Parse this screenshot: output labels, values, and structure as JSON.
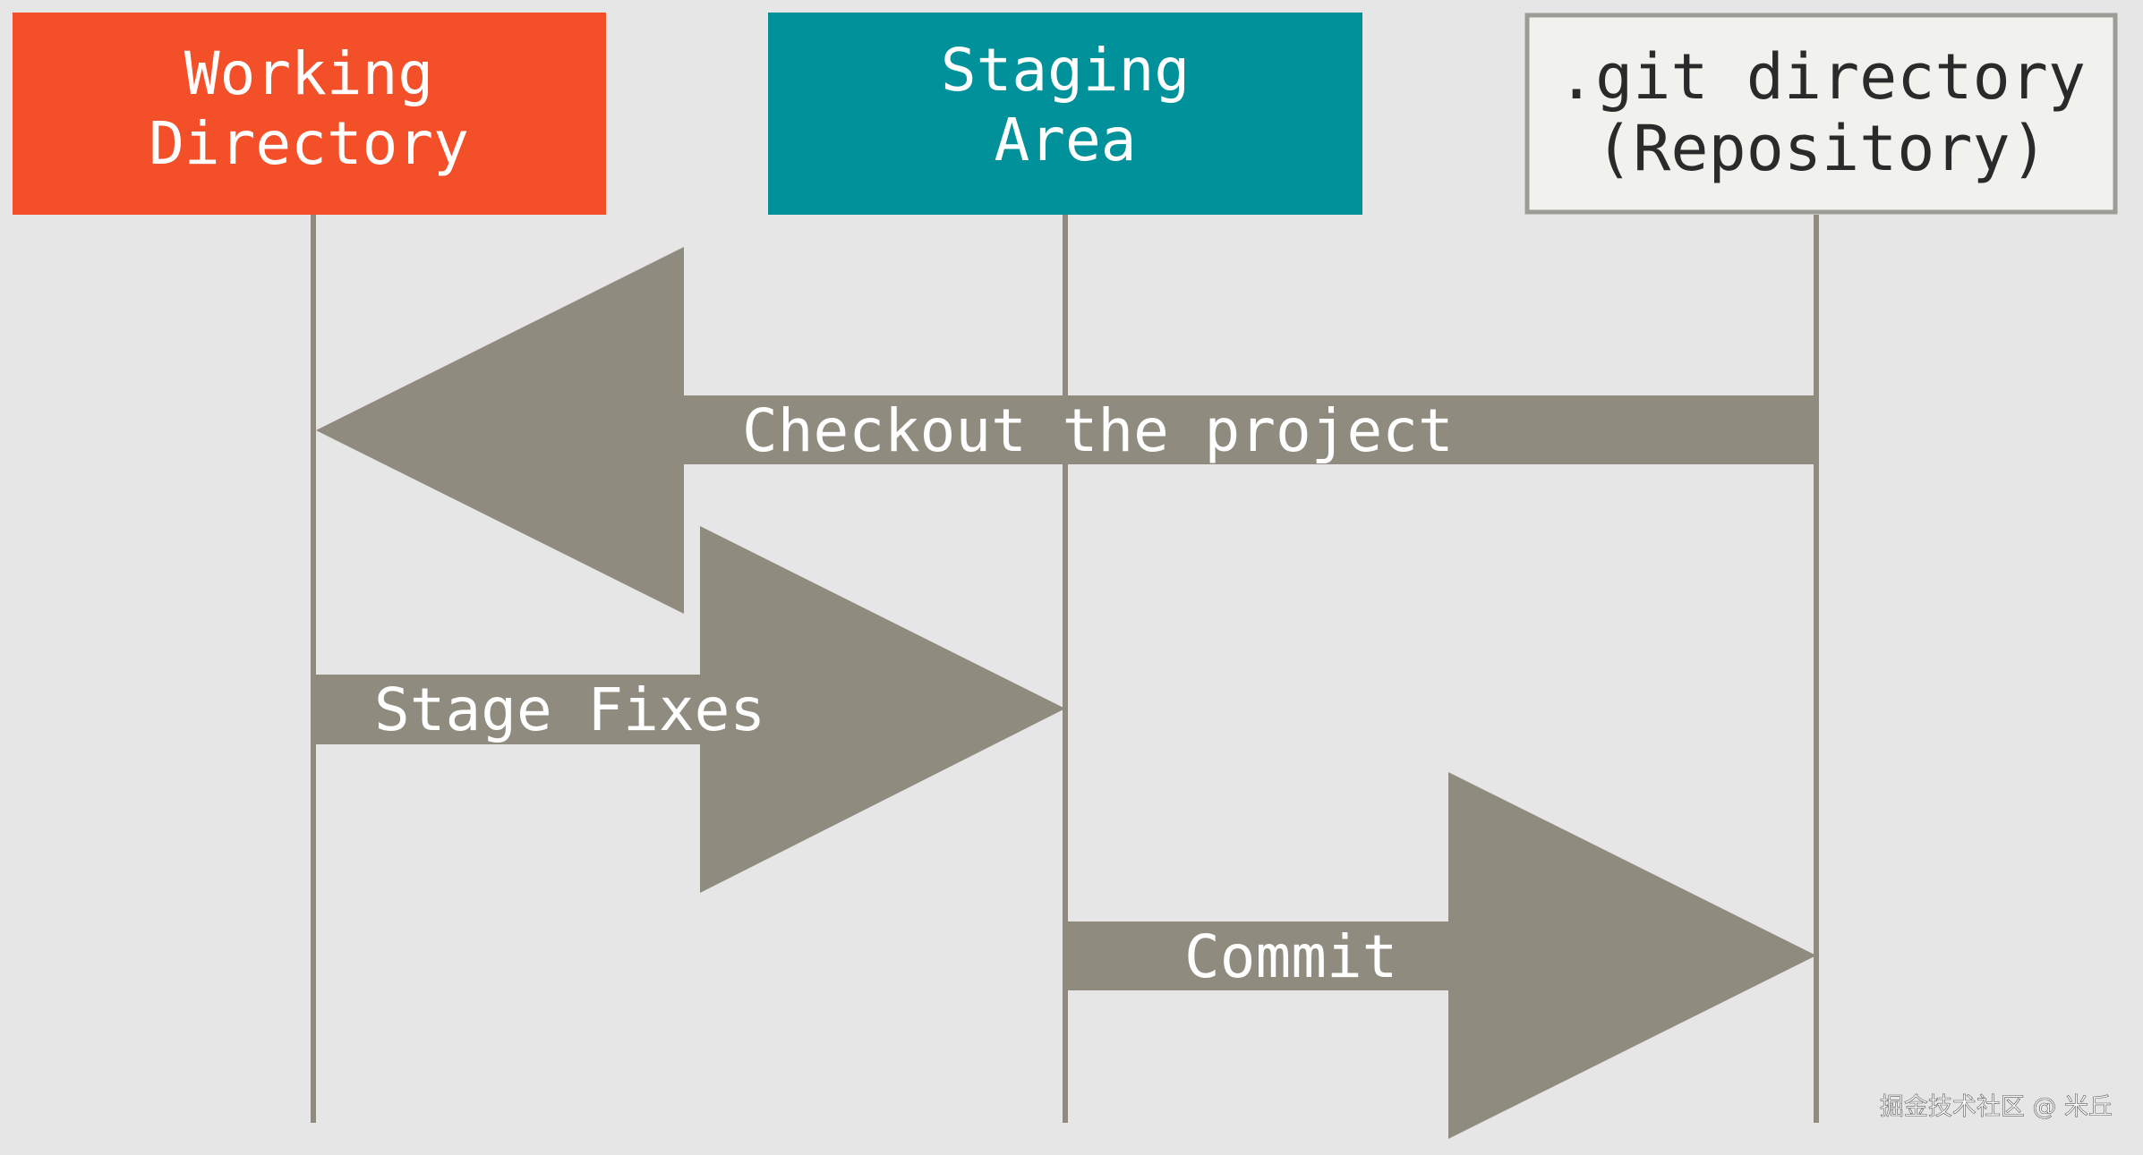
{
  "colors": {
    "background": "#e6e6e6",
    "working_fill": "#f34f29",
    "staging_fill": "#00919a",
    "repo_fill": "#f1f1ee",
    "repo_border": "#9c9c96",
    "arrow_fill": "#8f8b7e",
    "lifeline": "#8f8b7e",
    "header_text_light": "#ffffff",
    "header_text_dark": "#2a2a2a",
    "arrow_text": "#ffffff"
  },
  "nodes": {
    "working": {
      "line1": "Working",
      "line2": "Directory"
    },
    "staging": {
      "line1": "Staging",
      "line2": "Area"
    },
    "repo": {
      "line1": ".git directory",
      "line2": "(Repository)"
    }
  },
  "arrows": {
    "checkout": {
      "label": "Checkout the project",
      "from": "repo",
      "to": "working"
    },
    "stage": {
      "label": "Stage Fixes",
      "from": "working",
      "to": "staging"
    },
    "commit": {
      "label": "Commit",
      "from": "staging",
      "to": "repo"
    }
  },
  "watermark": "掘金技术社区 @ 米丘"
}
